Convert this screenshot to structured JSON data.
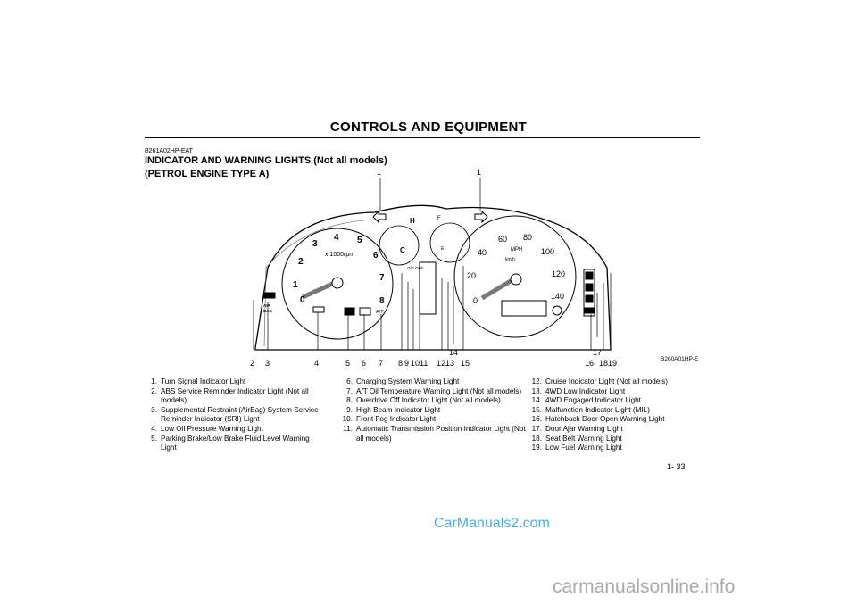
{
  "header": {
    "title": "CONTROLS AND EQUIPMENT"
  },
  "section": {
    "code": "B261A02HP-EAT",
    "title_line1": "INDICATOR AND WARNING LIGHTS (Not all models)",
    "title_line2": "(PETROL ENGINE TYPE A)"
  },
  "figure": {
    "code": "B260A01HP-E",
    "callouts": {
      "top_left": "1",
      "top_right": "1",
      "c2": "2",
      "c3": "3",
      "c4": "4",
      "c5": "5",
      "c6": "6",
      "c7": "7",
      "c8": "8",
      "c9": "9",
      "c10": "10",
      "c11": "11",
      "c12": "12",
      "c13": "13",
      "c14": "14",
      "c15": "15",
      "c16": "16",
      "c17": "17",
      "c18": "18",
      "c19": "19"
    },
    "tach": {
      "unit": "x 1000rpm",
      "ticks": [
        "0",
        "1",
        "2",
        "3",
        "4",
        "5",
        "6",
        "7",
        "8"
      ]
    },
    "speedo": {
      "unit_mph": "MPH",
      "unit_kmh": "km/h",
      "ticks": [
        "0",
        "20",
        "40",
        "60",
        "80",
        "100",
        "120",
        "140"
      ]
    },
    "gauges": {
      "temp_hot": "H",
      "temp_cold": "C",
      "fuel_full": "F",
      "fuel_empty": "E"
    },
    "labels": {
      "airbag_line1": "AIR",
      "airbag_line2": "BAG",
      "at": "A/T",
      "od_off": "O/D OFF"
    }
  },
  "legend": {
    "col1": [
      {
        "num": "1.",
        "text": "Turn Signal Indicator Light"
      },
      {
        "num": "2.",
        "text": "ABS Service Reminder Indicator Light (Not all models)"
      },
      {
        "num": "3.",
        "text": "Supplemental Restraint (AirBag) System Service Reminder Indicator (SRI) Light"
      },
      {
        "num": "4.",
        "text": "Low Oil Pressure Warning Light"
      },
      {
        "num": "5.",
        "text": "Parking Brake/Low Brake Fluid Level Warning Light"
      }
    ],
    "col2": [
      {
        "num": "6.",
        "text": "Charging System Warning Light"
      },
      {
        "num": "7.",
        "text": "A/T Oil Temperature Warning Light (Not all models)"
      },
      {
        "num": "8.",
        "text": "Overdrive Off Indicator Light (Not all models)"
      },
      {
        "num": "9.",
        "text": "High Beam Indicator Light"
      },
      {
        "num": "10.",
        "text": "Front Fog Indicator Light"
      },
      {
        "num": "11.",
        "text": "Automatic Transmission Position Indicator Light (Not all models)"
      }
    ],
    "col3": [
      {
        "num": "12.",
        "text": "Cruise Indicator Light (Not all models)"
      },
      {
        "num": "13.",
        "text": "4WD Low Indicator Light"
      },
      {
        "num": "14.",
        "text": "4WD Engaged Indicator Light"
      },
      {
        "num": "15.",
        "text": "Malfunction Indicator Light (MIL)"
      },
      {
        "num": "16.",
        "text": "Hatchback Door Open Warning Light"
      },
      {
        "num": "17.",
        "text": "Door Ajar Warning Light"
      },
      {
        "num": "18.",
        "text": "Seat Belt Warning Light"
      },
      {
        "num": "19.",
        "text": "Low Fuel Warning Light"
      }
    ]
  },
  "footer": {
    "page_number": "1- 33"
  },
  "watermarks": {
    "primary": "CarManuals2.com",
    "secondary": "carmanualsonline.info"
  }
}
